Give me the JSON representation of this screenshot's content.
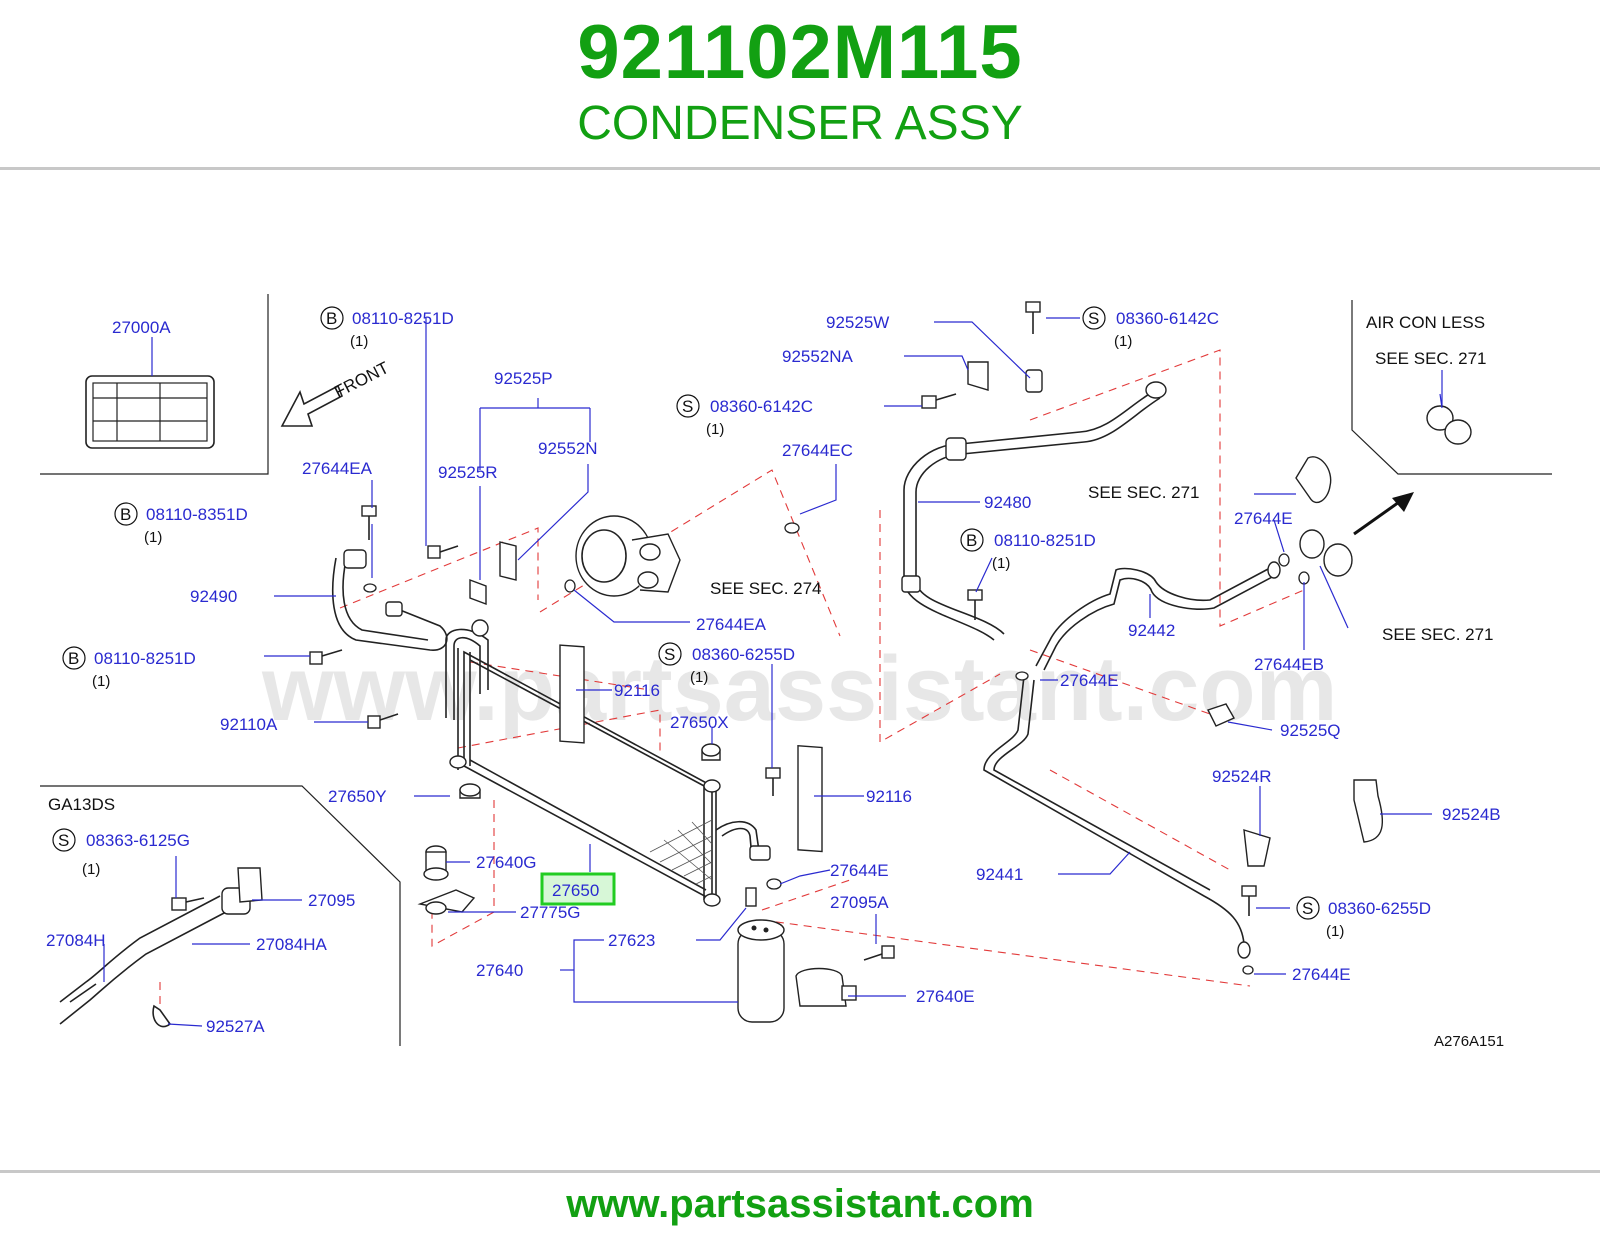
{
  "header": {
    "part_number": "921102M115",
    "part_description": "CONDENSER ASSY"
  },
  "footer": {
    "website": "www.partsassistant.com"
  },
  "diagram": {
    "watermark": "www.partsassistant.com",
    "diagram_code": "A276A151",
    "highlight_color": "#22cc22",
    "label_color": "#2a2ad0",
    "title_color": "#12a012",
    "front_label": "FRONT",
    "inset_air_con_less": {
      "title": "AIR  CON  LESS",
      "see": "SEE  SEC.  271"
    },
    "inset_ga13ds": {
      "title": "GA13DS"
    },
    "section_refs": {
      "sec274": "SEE  SEC.  274",
      "sec271_top": "SEE  SEC.  271",
      "sec271_right": "SEE  SEC.  271"
    },
    "callouts": {
      "c27000A": "27000A",
      "c08110_8251D_top": "08110-8251D",
      "c08110_8251D_top_qty": "(1)",
      "c92525P": "92525P",
      "c92525W": "92525W",
      "c08360_6142C_top": "08360-6142C",
      "c08360_6142C_top_qty": "(1)",
      "c92552NA": "92552NA",
      "c08360_6142C_mid": "08360-6142C",
      "c08360_6142C_mid_qty": "(1)",
      "c27644EC": "27644EC",
      "c92552N": "92552N",
      "c92525R": "92525R",
      "c27644EA_top": "27644EA",
      "c08110_8351D": "08110-8351D",
      "c08110_8351D_qty": "(1)",
      "c92490": "92490",
      "c08110_8251D_left": "08110-8251D",
      "c08110_8251D_left_qty": "(1)",
      "c92110A": "92110A",
      "c27644EA_mid": "27644EA",
      "c08360_6255D_mid": "08360-6255D",
      "c08360_6255D_mid_qty": "(1)",
      "c92116_a": "92116",
      "c27650X": "27650X",
      "c27650Y": "27650Y",
      "c92116_b": "92116",
      "c27640G": "27640G",
      "c27650": "27650",
      "c27644E_mid": "27644E",
      "c27775G": "27775G",
      "c27095A": "27095A",
      "c27623": "27623",
      "c27640": "27640",
      "c27640E": "27640E",
      "c92480": "92480",
      "c08110_8251D_right": "08110-8251D",
      "c08110_8251D_right_qty": "(1)",
      "c27644E_top": "27644E",
      "c92442": "92442",
      "c27644EB": "27644EB",
      "c27644E_center": "27644E",
      "c92525Q": "92525Q",
      "c92524R": "92524R",
      "c92524B": "92524B",
      "c92441": "92441",
      "c08360_6255D_right": "08360-6255D",
      "c08360_6255D_right_qty": "(1)",
      "c27644E_bottom": "27644E",
      "c08363_6125G": "08363-6125G",
      "c08363_6125G_qty": "(1)",
      "c27095": "27095",
      "c27084H": "27084H",
      "c27084HA": "27084HA",
      "c92527A": "92527A"
    },
    "circle_letters": {
      "B": "B",
      "S": "S"
    }
  }
}
